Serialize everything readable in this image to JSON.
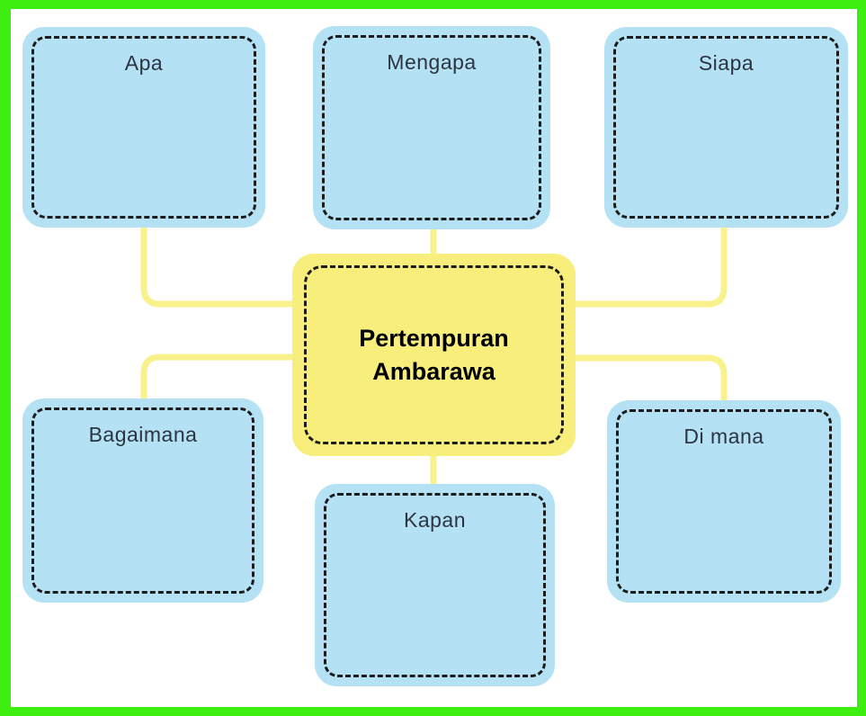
{
  "diagram": {
    "type": "mind-map",
    "center_node": {
      "id": "pertempuran-ambarawa",
      "label": "Pertempuran Ambarawa"
    },
    "nodes": [
      {
        "id": "apa",
        "label": "Apa"
      },
      {
        "id": "mengapa",
        "label": "Mengapa"
      },
      {
        "id": "siapa",
        "label": "Siapa"
      },
      {
        "id": "bagaimana",
        "label": "Bagaimana"
      },
      {
        "id": "kapan",
        "label": "Kapan"
      },
      {
        "id": "di-mana",
        "label": "Di mana"
      }
    ],
    "colors": {
      "frame_green": "#3DEE10",
      "node_blue": "#B4E2F4",
      "center_yellow": "#F8EE7B",
      "connector_yellow": "#F9F18C",
      "dashed_border": "#1C1C1C",
      "node_label_text": "#2B3440",
      "center_label_text": "#000000"
    }
  }
}
